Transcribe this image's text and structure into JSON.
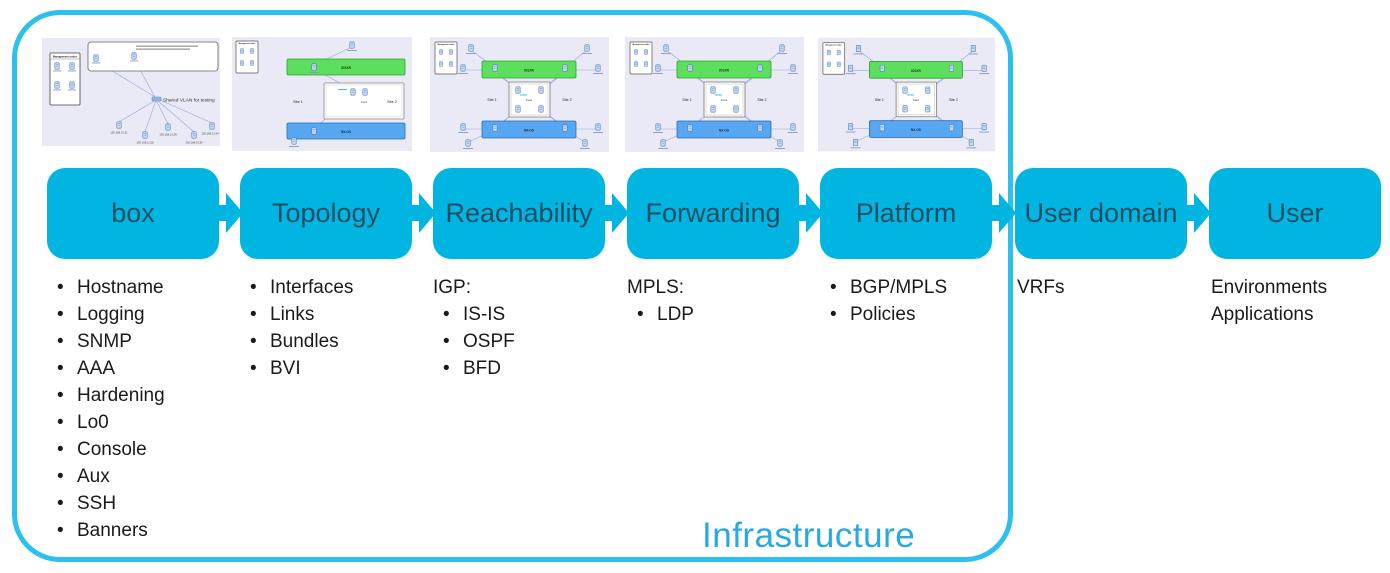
{
  "colors": {
    "accent": "#00b5e2",
    "frame": "#2bc0ee",
    "box-text": "#1c4e63",
    "infra-text": "#29a9e1",
    "thumb-bg": "#e9eaf5",
    "line": "#9aa4de",
    "green": "#5ede5e",
    "bar-blue": "#57a7f3",
    "dev-fill": "#c9dcf0",
    "dev-stroke": "#4f7dbf",
    "text-dark": "#1a1a1a"
  },
  "frame_label": "Infrastructure",
  "stages": [
    {
      "label": "box",
      "header": "",
      "bullets": [
        "Hostname",
        "Logging",
        "SNMP",
        "AAA",
        "Hardening",
        "Lo0",
        "Console",
        "Aux",
        "SSH",
        "Banners"
      ],
      "plain": []
    },
    {
      "label": "Topology",
      "header": "",
      "bullets": [
        "Interfaces",
        "Links",
        "Bundles",
        "BVI"
      ],
      "plain": []
    },
    {
      "label": "Reachability",
      "header": "IGP:",
      "bullets": [
        "IS-IS",
        "OSPF",
        "BFD"
      ],
      "plain": []
    },
    {
      "label": "Forwarding",
      "header": "MPLS:",
      "bullets": [
        "LDP"
      ],
      "plain": []
    },
    {
      "label": "Platform",
      "header": "",
      "bullets": [
        "BGP/MPLS",
        "Policies"
      ],
      "plain": []
    },
    {
      "label": "User domain",
      "header": "",
      "bullets": [],
      "plain": [
        "VRFs"
      ]
    },
    {
      "label": "User",
      "header": "",
      "bullets": [],
      "plain": [
        "Environments",
        "Applications"
      ]
    }
  ],
  "thumbnails": {
    "vlan": {
      "mgmt_title": "Management nodes",
      "label": "Shared VLAN for testing",
      "ips": [
        "192.168.0.121",
        "192.168.0.110",
        "192.168.0.128",
        "192.168.0.130",
        "192.168.0.144"
      ]
    },
    "sites": {
      "mgmt_title": "Management nodes",
      "green_bar": "IOSXR",
      "blue_bar": "NX-OS",
      "site1": "Site 1",
      "site2": "Site 2",
      "core": "Core"
    },
    "mesh": {
      "mgmt_title": "Management nodes",
      "green_bar": "IOSXR",
      "blue_bar": "NX-OS",
      "site1": "Site 1",
      "site2": "Site 2",
      "core": "Core"
    }
  }
}
